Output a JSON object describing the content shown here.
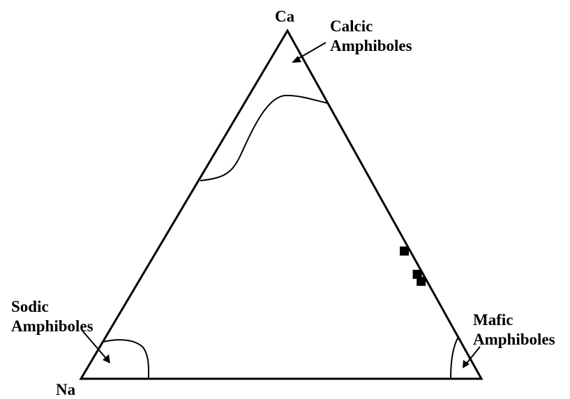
{
  "chart_data": {
    "type": "ternary",
    "vertices": {
      "top": "Ca",
      "bottom_left": "Na",
      "bottom_right": ""
    },
    "fields": [
      {
        "name_lines": [
          "Calcic",
          "Amphiboles"
        ]
      },
      {
        "name_lines": [
          "Sodic",
          "Amphiboles"
        ]
      },
      {
        "name_lines": [
          "Mafic",
          "Amphiboles"
        ]
      }
    ],
    "points": [
      {
        "Ca": 0.367,
        "Na": 0.0,
        "marker": "square"
      },
      {
        "Ca": 0.3,
        "Na": 0.0,
        "marker": "square"
      },
      {
        "Ca": 0.28,
        "Na": 0.0,
        "marker": "square"
      }
    ],
    "colors": {
      "line": "#000000",
      "marker": "#000000",
      "background": "#ffffff"
    }
  }
}
